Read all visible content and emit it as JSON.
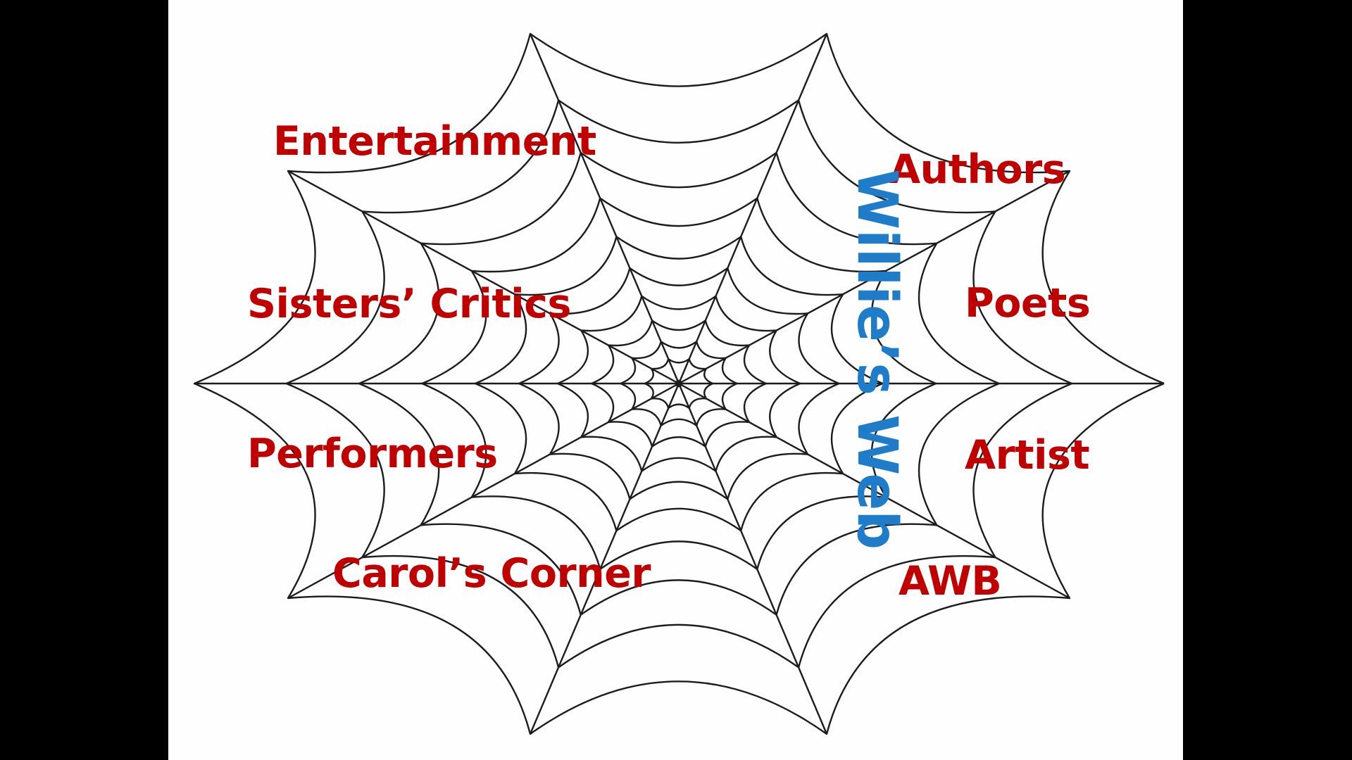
{
  "title": "Willie’s Web",
  "labels": {
    "entertainment": "Entertainment",
    "sisters_critics": "Sisters’ Critics",
    "performers": "Performers",
    "carols_corner": "Carol’s Corner",
    "authors": "Authors",
    "poets": "Poets",
    "artist": "Artist",
    "awb": "AWB"
  },
  "colors": {
    "label": "#c00000",
    "title": "#1f7cc9",
    "web": "#1c1c1c",
    "background": "#fefefe",
    "letterbox": "#000000"
  }
}
